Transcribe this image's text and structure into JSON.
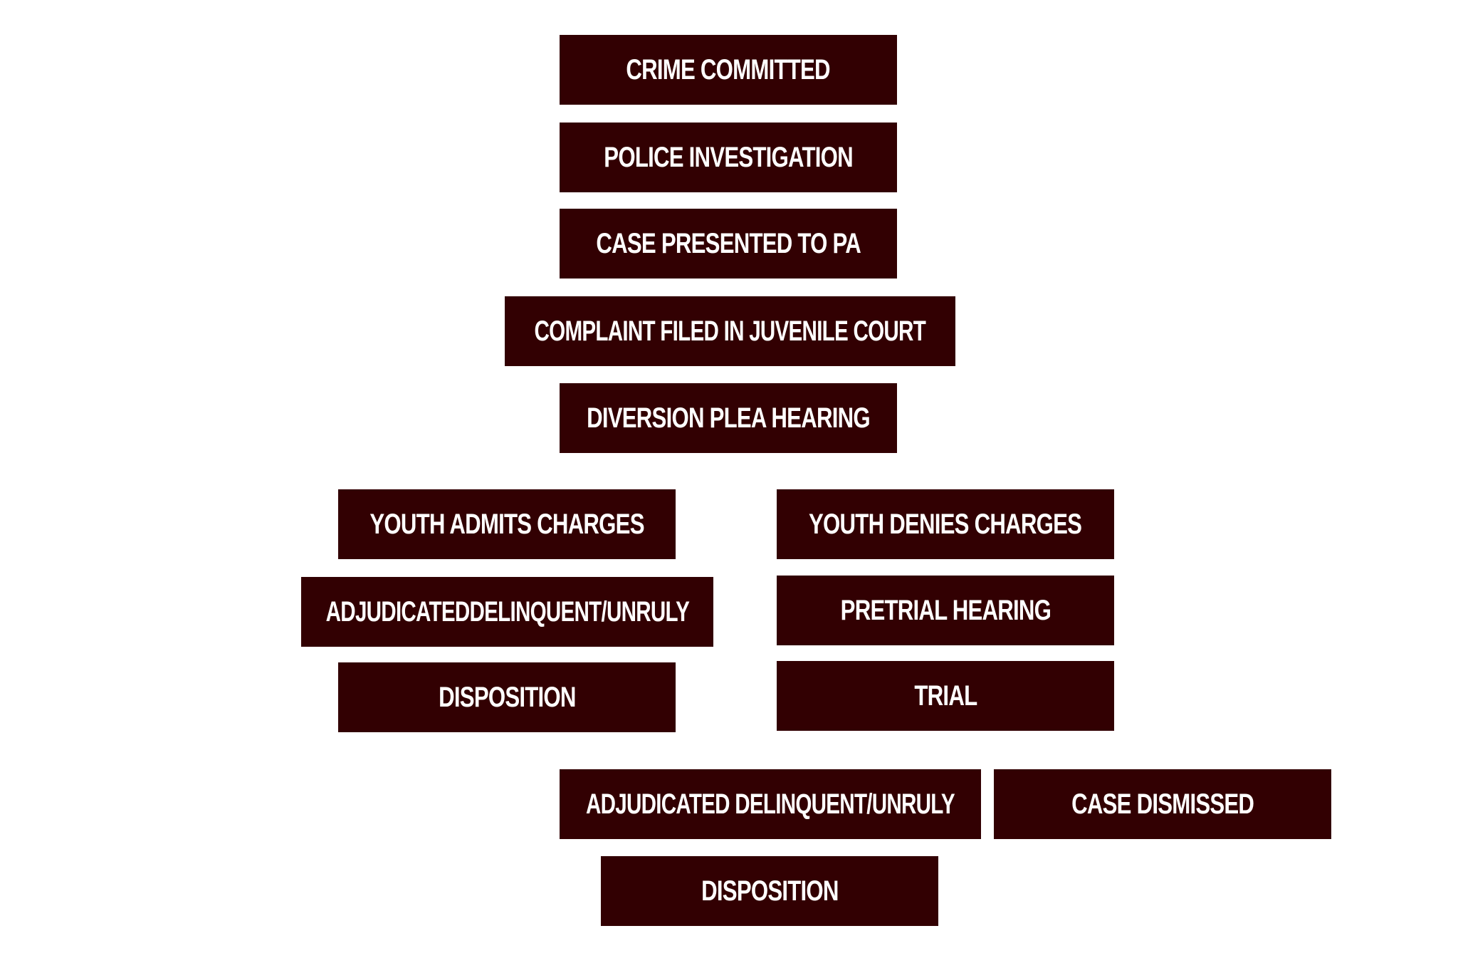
{
  "diagram": {
    "box_color": "#320002",
    "text_color": "#ffffff",
    "steps": {
      "crime_committed": "CRIME COMMITTED",
      "police_investigation": "POLICE INVESTIGATION",
      "case_presented": "CASE PRESENTED TO PA",
      "complaint_filed": "COMPLAINT FILED IN JUVENILE COURT",
      "diversion_plea_hearing": "DIVERSION PLEA HEARING"
    },
    "admits_branch": {
      "youth_admits": "YOUTH ADMITS CHARGES",
      "adjudicated": "ADJUDICATEDDELINQUENT/UNRULY",
      "disposition": "DISPOSITION"
    },
    "denies_branch": {
      "youth_denies": "YOUTH DENIES CHARGES",
      "pretrial_hearing": "PRETRIAL HEARING",
      "trial": "TRIAL"
    },
    "trial_outcomes": {
      "adjudicated": "ADJUDICATED DELINQUENT/UNRULY",
      "case_dismissed": "CASE DISMISSED",
      "disposition": "DISPOSITION"
    }
  }
}
